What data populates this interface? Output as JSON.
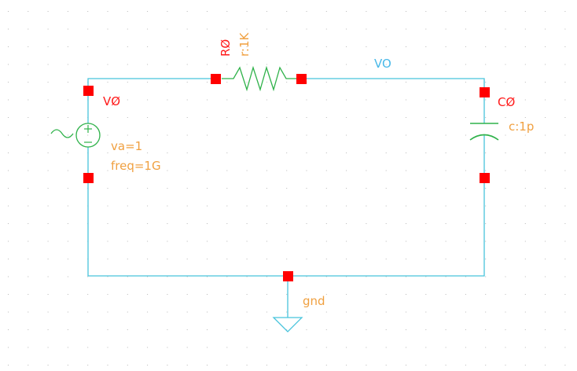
{
  "colors": {
    "background": "#ffffff",
    "grid_dot": "#b9b9b9",
    "wire": "#48c4dc",
    "pin": "#ff0000",
    "instance_label": "#ff1a1a",
    "param_label": "#f0a040",
    "resistor": "#2fb24a",
    "net_label": "#48b8e8",
    "source_symbol": "#2fb24a"
  },
  "components": {
    "voltage_source": {
      "icon": "sine-source-icon",
      "name": "VØ",
      "params": [
        "va=1",
        "freq=1G"
      ]
    },
    "resistor": {
      "icon": "resistor-zigzag-icon",
      "name": "RØ",
      "value": "r:1K"
    },
    "capacitor": {
      "icon": "capacitor-icon",
      "name": "CØ",
      "value": "c:1p"
    },
    "ground": {
      "icon": "ground-triangle-icon",
      "label": "gnd"
    }
  },
  "nets": {
    "output": "VO"
  }
}
